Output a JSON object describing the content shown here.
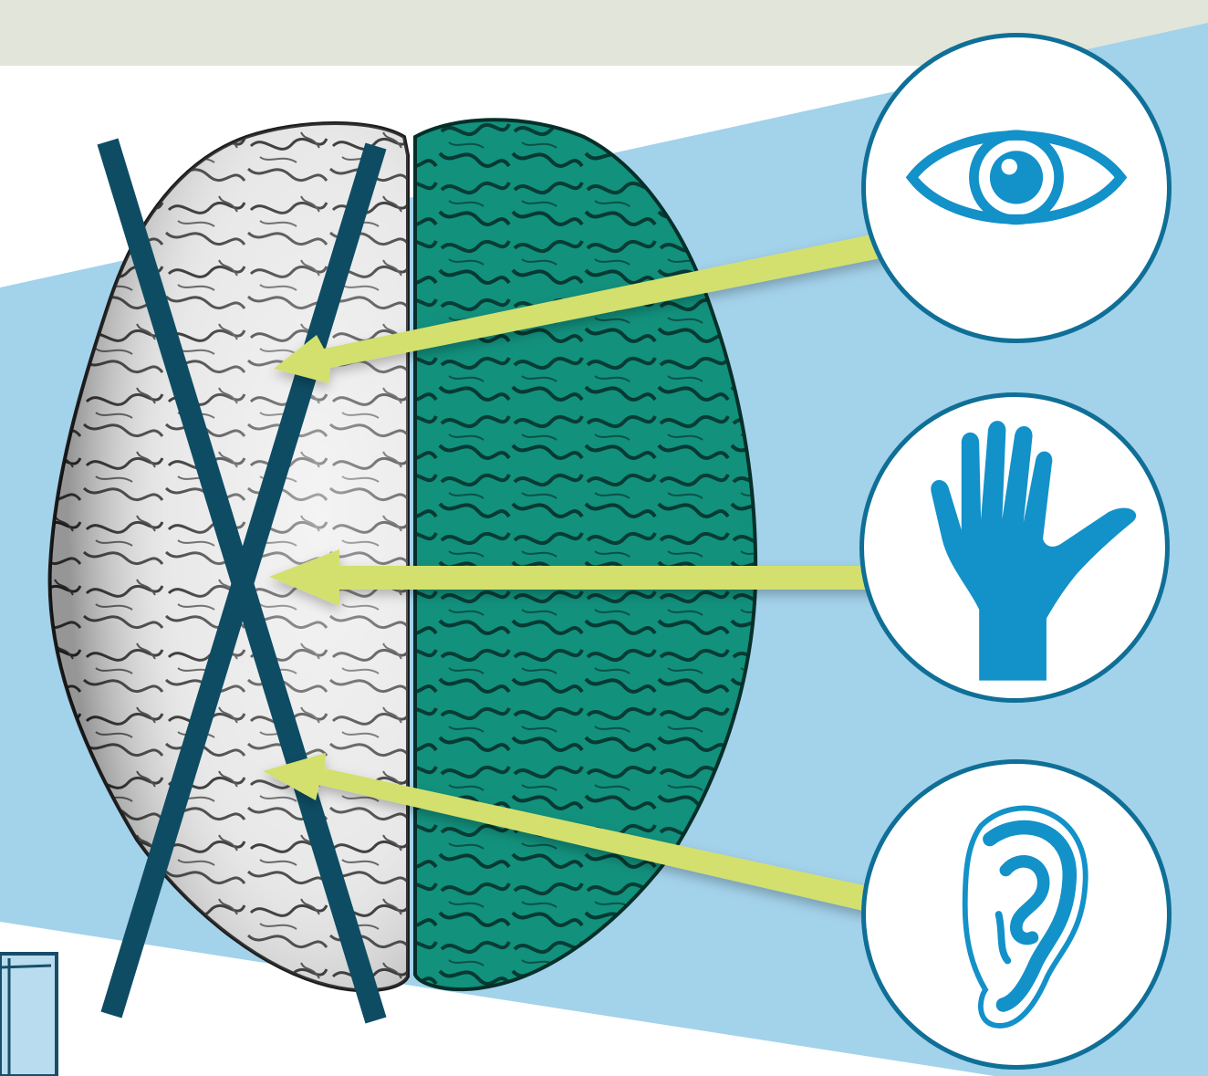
{
  "colors": {
    "top_band": "#e2e5da",
    "background_band": "#a3d2eb",
    "brain_left_hemisphere": "#d9d9d9",
    "brain_right_hemisphere": "#138f7c",
    "cross_lines": "#0e4c63",
    "arrows": "#d3e06e",
    "icon_blue": "#1391c9",
    "circle_border": "#0f6f97"
  },
  "diagram": {
    "left_hemisphere_crossed_out": true,
    "senses": [
      {
        "name": "eye",
        "icon": "eye-icon"
      },
      {
        "name": "hand",
        "icon": "hand-icon"
      },
      {
        "name": "ear",
        "icon": "ear-icon"
      }
    ]
  }
}
